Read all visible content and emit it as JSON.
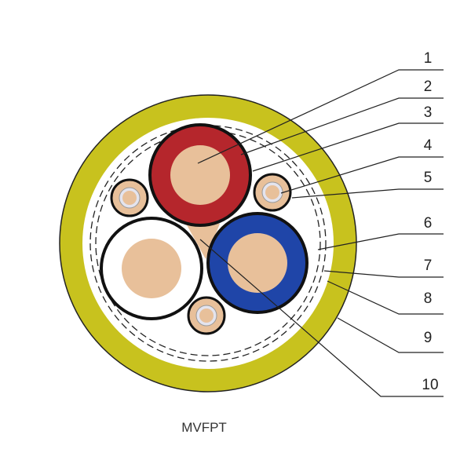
{
  "title": "MVFPT",
  "labels": [
    "1",
    "2",
    "3",
    "4",
    "5",
    "6",
    "7",
    "8",
    "9",
    "10"
  ],
  "colors": {
    "sheath": "#c8c21e",
    "copper": "#e8c09a",
    "red": "#b5262c",
    "blue": "#1f45a8",
    "white": "#ffffff",
    "outline": "#111111"
  }
}
